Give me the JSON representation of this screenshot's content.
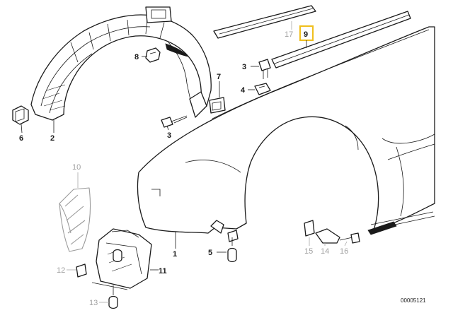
{
  "diagram": {
    "reference_number": "00005121",
    "highlighted_part": "9",
    "parts": [
      {
        "label": "1"
      },
      {
        "label": "2"
      },
      {
        "label": "3"
      },
      {
        "label": "3"
      },
      {
        "label": "4"
      },
      {
        "label": "5"
      },
      {
        "label": "6"
      },
      {
        "label": "7"
      },
      {
        "label": "8"
      },
      {
        "label": "9"
      },
      {
        "label": "10"
      },
      {
        "label": "11"
      },
      {
        "label": "12"
      },
      {
        "label": "13"
      },
      {
        "label": "14"
      },
      {
        "label": "15"
      },
      {
        "label": "16"
      },
      {
        "label": "17"
      }
    ]
  }
}
